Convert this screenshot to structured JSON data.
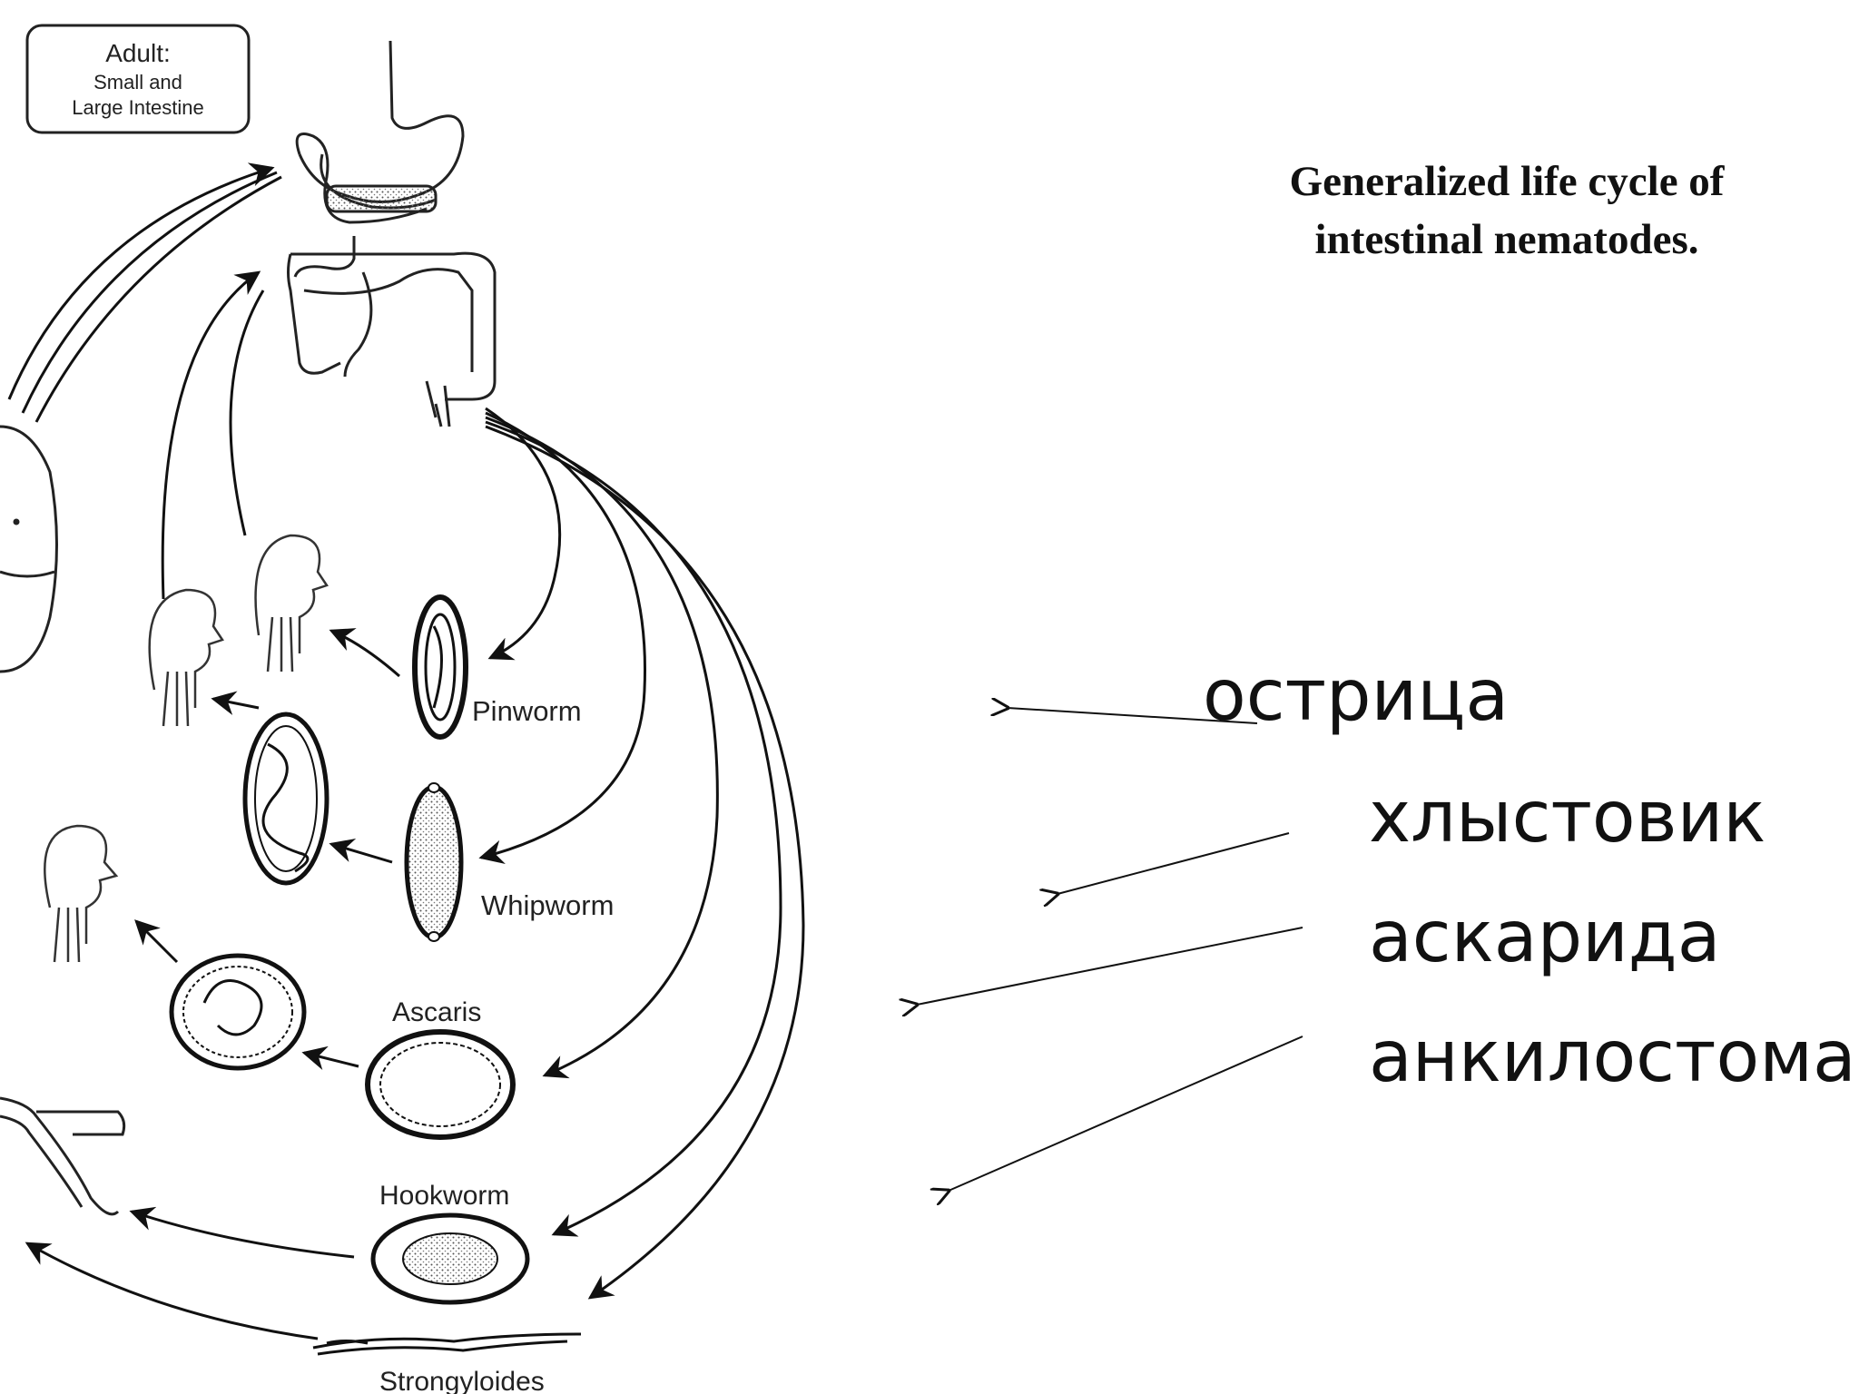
{
  "title": [
    "Generalized life cycle of",
    "intestinal nematodes."
  ],
  "adult_box": {
    "line1": "Adult:",
    "line2": "Small and",
    "line3": "Large Intestine"
  },
  "eggs": {
    "pinworm": "Pinworm",
    "whipworm": "Whipworm",
    "ascaris": "Ascaris",
    "hookworm": "Hookworm",
    "strongyloides": "Strongyloides"
  },
  "russian_labels": [
    "острица",
    "хлыстовик",
    "аскарида",
    "анкилостома"
  ]
}
